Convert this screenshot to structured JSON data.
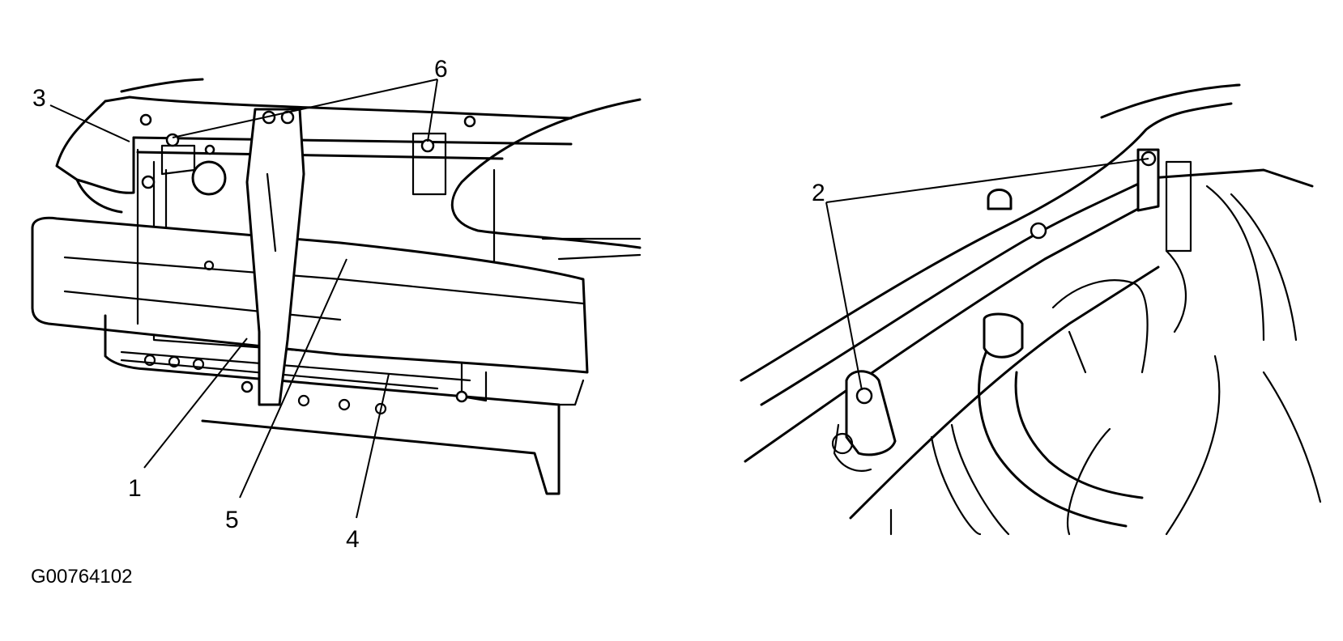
{
  "figure_code": "G00764102",
  "callouts": {
    "c1": "1",
    "c2": "2",
    "c3": "3",
    "c4": "4",
    "c5": "5",
    "c6": "6"
  }
}
